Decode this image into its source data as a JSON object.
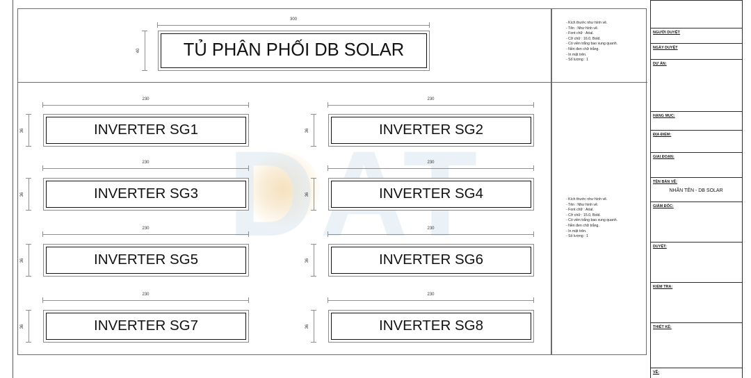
{
  "drawing": {
    "title_plate": {
      "text": "TỦ PHÂN PHỐI DB SOLAR",
      "dim_width": "300",
      "dim_height": "40"
    },
    "inverter_plates": [
      {
        "text": "INVERTER SG1",
        "dim_width": "230",
        "dim_height": "36"
      },
      {
        "text": "INVERTER SG2",
        "dim_width": "230",
        "dim_height": "36"
      },
      {
        "text": "INVERTER SG3",
        "dim_width": "230",
        "dim_height": "36"
      },
      {
        "text": "INVERTER SG4",
        "dim_width": "230",
        "dim_height": "36"
      },
      {
        "text": "INVERTER SG5",
        "dim_width": "230",
        "dim_height": "36"
      },
      {
        "text": "INVERTER SG6",
        "dim_width": "230",
        "dim_height": "36"
      },
      {
        "text": "INVERTER SG7",
        "dim_width": "230",
        "dim_height": "36"
      },
      {
        "text": "INVERTER SG8",
        "dim_width": "230",
        "dim_height": "36"
      }
    ],
    "watermark": {
      "text": "DAT",
      "color": "#dce8f2",
      "orb_color": "#f3dcb2"
    }
  },
  "notes_top": {
    "lines": [
      "- Kích thước như hình vẽ.",
      "- Tên : Như hình vẽ.",
      "- Font chữ : Arial.",
      "- Cỡ chữ : 16.0, Bold.",
      "- Có viền trắng bao xung quanh.",
      "- Nền đen chữ trắng.",
      "- In mặt trên.",
      "- Số lượng : 1"
    ]
  },
  "notes_bottom": {
    "lines": [
      "- Kích thước như hình vẽ.",
      "- Tên : Như hình vẽ.",
      "- Font chữ : Arial.",
      "- Cỡ chữ : 15.0, Bold.",
      "- Có viền trắng bao xung quanh.",
      "- Nền đen chữ trắng.",
      "- In mặt trên.",
      "- Số lượng : 1"
    ]
  },
  "title_block": {
    "rows": [
      {
        "label": "NGƯỜI DUYỆT",
        "value": ""
      },
      {
        "label": "NGÀY DUYỆT",
        "value": ""
      },
      {
        "label": "DỰ ÁN:",
        "value": ""
      },
      {
        "label": "HẠNG MỤC:",
        "value": ""
      },
      {
        "label": "ĐỊA ĐIỂM:",
        "value": ""
      },
      {
        "label": "GIAI ĐOẠN:",
        "value": ""
      },
      {
        "label": "TÊN BẢN VẼ:",
        "value": "NHÃN TÊN - DB SOLAR"
      },
      {
        "label": "GIÁM ĐỐC:",
        "value": ""
      },
      {
        "label": "DUYỆT:",
        "value": ""
      },
      {
        "label": "KIỂM TRA:",
        "value": ""
      },
      {
        "label": "THIẾT KẾ:",
        "value": ""
      },
      {
        "label": "VẼ:",
        "value": ""
      }
    ]
  }
}
